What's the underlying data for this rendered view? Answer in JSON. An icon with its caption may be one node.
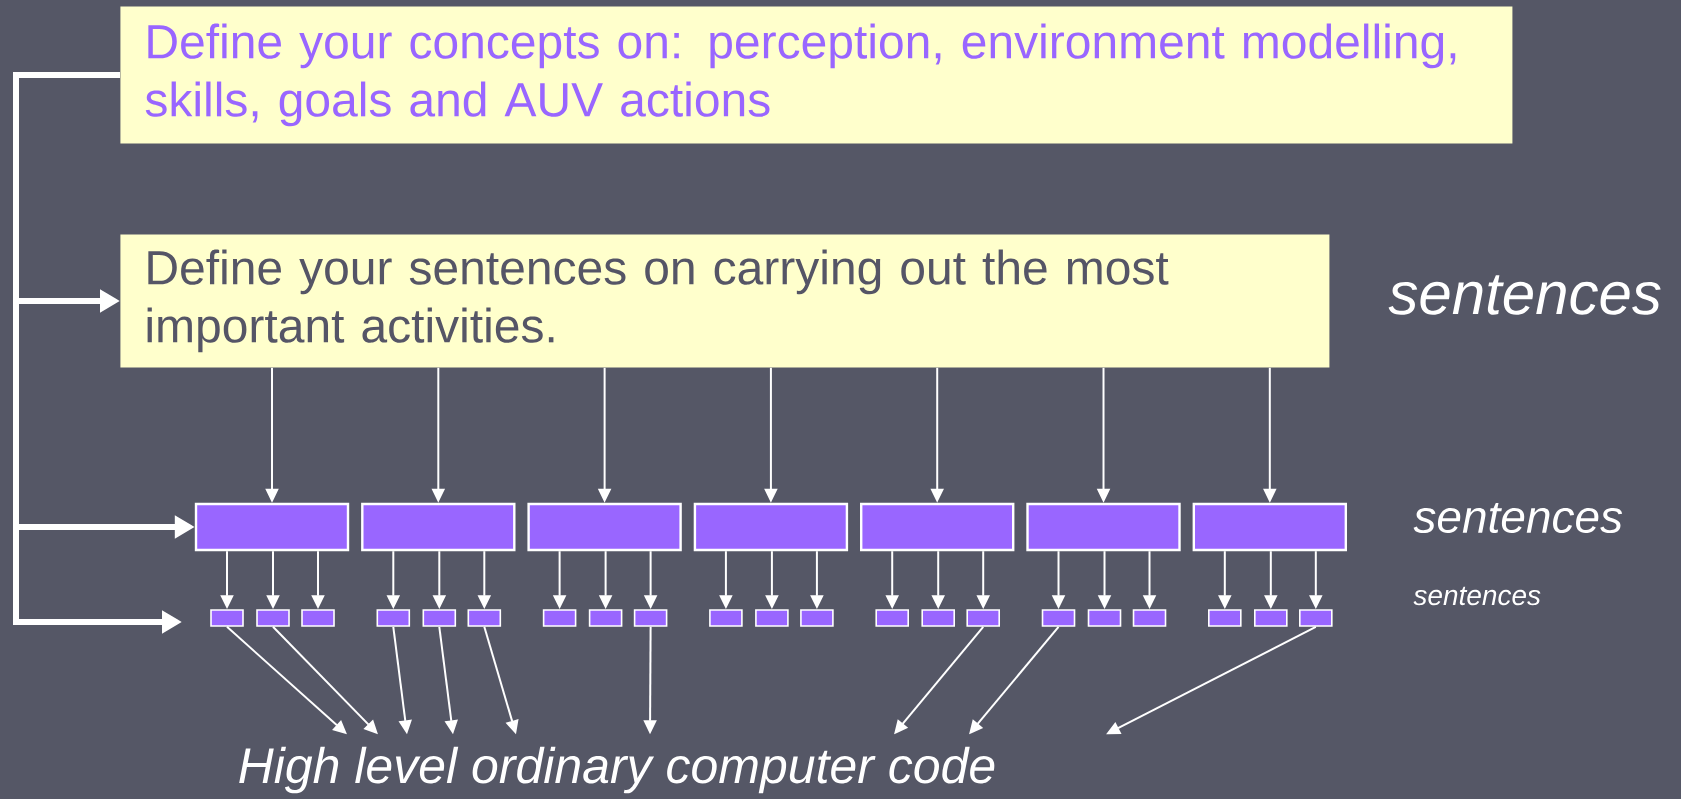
{
  "diagram": {
    "nodes": [
      {
        "text": [
          "Define your concepts on: perception, environment modelling, skills, goals and AUV actions"
        ]
      },
      {
        "text": [
          "Define your sentences on carrying out the most important activities."
        ]
      },
      {
        "text": [],
        "shape": "box"
      },
      {
        "text": [],
        "shape": "box"
      },
      {
        "text": [],
        "shape": "box"
      },
      {
        "text": [],
        "shape": "box"
      },
      {
        "text": [],
        "shape": "box"
      },
      {
        "text": [],
        "shape": "box"
      },
      {
        "text": [],
        "shape": "box"
      },
      {
        "text": [],
        "shape": "box"
      },
      {
        "text": [],
        "shape": "box"
      },
      {
        "text": [],
        "shape": "box"
      },
      {
        "text": [],
        "shape": "box"
      },
      {
        "text": [],
        "shape": "box"
      },
      {
        "text": [],
        "shape": "box"
      },
      {
        "text": [],
        "shape": "box"
      },
      {
        "text": [],
        "shape": "box"
      },
      {
        "text": [],
        "shape": "box"
      },
      {
        "text": [],
        "shape": "box"
      },
      {
        "text": [],
        "shape": "box"
      },
      {
        "text": [],
        "shape": "box"
      },
      {
        "text": [],
        "shape": "box"
      },
      {
        "text": [],
        "shape": "box"
      },
      {
        "text": [],
        "shape": "box"
      },
      {
        "text": [],
        "shape": "box"
      },
      {
        "text": [],
        "shape": "box"
      },
      {
        "text": [],
        "shape": "box"
      },
      {
        "text": [],
        "shape": "box"
      },
      {
        "text": [],
        "shape": "box"
      },
      {
        "text": [],
        "shape": "box"
      },
      {
        "text": [
          "High level ordinary computer code"
        ]
      }
    ],
    "edges": [
      {
        "from": 0,
        "to": 1,
        "arrow": "to",
        "style": "thick"
      },
      {
        "from": 0,
        "to": 2,
        "arrow": "to",
        "style": "thick"
      },
      {
        "from": 0,
        "to": null,
        "arrow": "to",
        "style": "thick"
      },
      {
        "from": 1,
        "to": 2,
        "arrow": "to"
      },
      {
        "from": 1,
        "to": 3,
        "arrow": "to"
      },
      {
        "from": 1,
        "to": 4,
        "arrow": "to"
      },
      {
        "from": 1,
        "to": 5,
        "arrow": "to"
      },
      {
        "from": 1,
        "to": 6,
        "arrow": "to"
      },
      {
        "from": 1,
        "to": 7,
        "arrow": "to"
      },
      {
        "from": 1,
        "to": 8,
        "arrow": "to"
      },
      {
        "from": 2,
        "to": 9,
        "arrow": "to"
      },
      {
        "from": 2,
        "to": 10,
        "arrow": "to"
      },
      {
        "from": 2,
        "to": 11,
        "arrow": "to"
      },
      {
        "from": 3,
        "to": 12,
        "arrow": "to"
      },
      {
        "from": 3,
        "to": 13,
        "arrow": "to"
      },
      {
        "from": 3,
        "to": 14,
        "arrow": "to"
      },
      {
        "from": 4,
        "to": 15,
        "arrow": "to"
      },
      {
        "from": 4,
        "to": 16,
        "arrow": "to"
      },
      {
        "from": 4,
        "to": 17,
        "arrow": "to"
      },
      {
        "from": 5,
        "to": 18,
        "arrow": "to"
      },
      {
        "from": 5,
        "to": 19,
        "arrow": "to"
      },
      {
        "from": 5,
        "to": 20,
        "arrow": "to"
      },
      {
        "from": 6,
        "to": 21,
        "arrow": "to"
      },
      {
        "from": 6,
        "to": 22,
        "arrow": "to"
      },
      {
        "from": 6,
        "to": 23,
        "arrow": "to"
      },
      {
        "from": 7,
        "to": 24,
        "arrow": "to"
      },
      {
        "from": 7,
        "to": 25,
        "arrow": "to"
      },
      {
        "from": 7,
        "to": 26,
        "arrow": "to"
      },
      {
        "from": 8,
        "to": 27,
        "arrow": "to"
      },
      {
        "from": 8,
        "to": 28,
        "arrow": "to"
      },
      {
        "from": 8,
        "to": 29,
        "arrow": "to"
      },
      {
        "from": 9,
        "to": 30,
        "arrow": "to"
      },
      {
        "from": 10,
        "to": 30,
        "arrow": "to"
      },
      {
        "from": 12,
        "to": 30,
        "arrow": "to"
      },
      {
        "from": 13,
        "to": 30,
        "arrow": "to"
      },
      {
        "from": 14,
        "to": 30,
        "arrow": "to"
      },
      {
        "from": 17,
        "to": 30,
        "arrow": "to"
      },
      {
        "from": 23,
        "to": 30,
        "arrow": "to"
      },
      {
        "from": 24,
        "to": 30,
        "arrow": "to"
      },
      {
        "from": 29,
        "to": 30,
        "arrow": "to"
      }
    ],
    "labels": [
      "sentences",
      "sentences",
      "sentences"
    ]
  }
}
